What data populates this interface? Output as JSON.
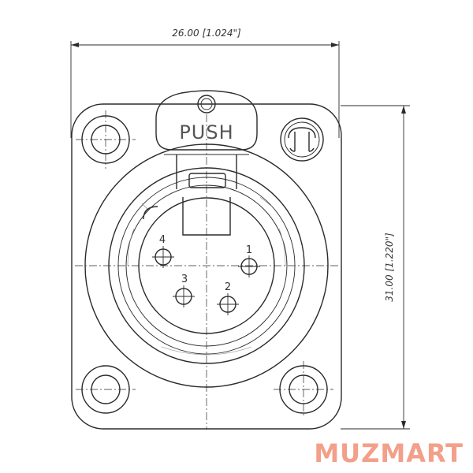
{
  "drawing": {
    "width_dimension": "26.00 [1.024\"]",
    "height_dimension": "31.00 [1.220\"]",
    "latch_label": "PUSH",
    "pins": [
      {
        "label": "1"
      },
      {
        "label": "2"
      },
      {
        "label": "3"
      },
      {
        "label": "4"
      }
    ]
  },
  "watermark": {
    "text": "MUZMART",
    "color": "#f2a08a"
  }
}
